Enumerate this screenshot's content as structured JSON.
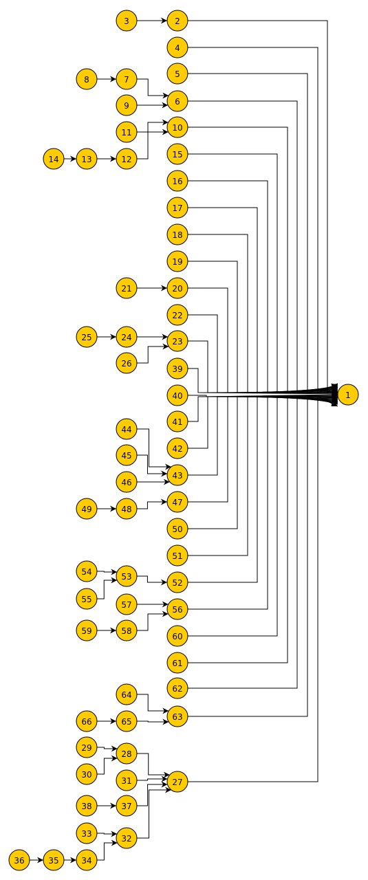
{
  "graph": {
    "node_fill": "#FFCC00",
    "node_stroke": "#000000",
    "edge_color": "#000000",
    "nodes": [
      {
        "id": "1"
      },
      {
        "id": "2"
      },
      {
        "id": "3"
      },
      {
        "id": "4"
      },
      {
        "id": "5"
      },
      {
        "id": "6"
      },
      {
        "id": "7"
      },
      {
        "id": "8"
      },
      {
        "id": "9"
      },
      {
        "id": "10"
      },
      {
        "id": "11"
      },
      {
        "id": "12"
      },
      {
        "id": "13"
      },
      {
        "id": "14"
      },
      {
        "id": "15"
      },
      {
        "id": "16"
      },
      {
        "id": "17"
      },
      {
        "id": "18"
      },
      {
        "id": "19"
      },
      {
        "id": "20"
      },
      {
        "id": "21"
      },
      {
        "id": "22"
      },
      {
        "id": "23"
      },
      {
        "id": "24"
      },
      {
        "id": "25"
      },
      {
        "id": "26"
      },
      {
        "id": "27"
      },
      {
        "id": "28"
      },
      {
        "id": "29"
      },
      {
        "id": "30"
      },
      {
        "id": "31"
      },
      {
        "id": "32"
      },
      {
        "id": "33"
      },
      {
        "id": "34"
      },
      {
        "id": "35"
      },
      {
        "id": "36"
      },
      {
        "id": "37"
      },
      {
        "id": "38"
      },
      {
        "id": "39"
      },
      {
        "id": "40"
      },
      {
        "id": "41"
      },
      {
        "id": "42"
      },
      {
        "id": "43"
      },
      {
        "id": "44"
      },
      {
        "id": "45"
      },
      {
        "id": "46"
      },
      {
        "id": "47"
      },
      {
        "id": "48"
      },
      {
        "id": "49"
      },
      {
        "id": "50"
      },
      {
        "id": "51"
      },
      {
        "id": "52"
      },
      {
        "id": "53"
      },
      {
        "id": "54"
      },
      {
        "id": "55"
      },
      {
        "id": "56"
      },
      {
        "id": "57"
      },
      {
        "id": "58"
      },
      {
        "id": "59"
      },
      {
        "id": "60"
      },
      {
        "id": "61"
      },
      {
        "id": "62"
      },
      {
        "id": "63"
      },
      {
        "id": "64"
      },
      {
        "id": "65"
      },
      {
        "id": "66"
      }
    ],
    "edges": [
      [
        "3",
        "2"
      ],
      [
        "8",
        "7"
      ],
      [
        "7",
        "6"
      ],
      [
        "9",
        "6"
      ],
      [
        "11",
        "10"
      ],
      [
        "12",
        "10"
      ],
      [
        "14",
        "13"
      ],
      [
        "13",
        "12"
      ],
      [
        "21",
        "20"
      ],
      [
        "25",
        "24"
      ],
      [
        "24",
        "23"
      ],
      [
        "26",
        "23"
      ],
      [
        "44",
        "43"
      ],
      [
        "45",
        "43"
      ],
      [
        "46",
        "43"
      ],
      [
        "49",
        "48"
      ],
      [
        "48",
        "47"
      ],
      [
        "54",
        "53"
      ],
      [
        "55",
        "53"
      ],
      [
        "53",
        "52"
      ],
      [
        "57",
        "56"
      ],
      [
        "59",
        "58"
      ],
      [
        "58",
        "56"
      ],
      [
        "64",
        "63"
      ],
      [
        "66",
        "65"
      ],
      [
        "65",
        "63"
      ],
      [
        "29",
        "28"
      ],
      [
        "30",
        "28"
      ],
      [
        "28",
        "27"
      ],
      [
        "31",
        "27"
      ],
      [
        "38",
        "37"
      ],
      [
        "37",
        "27"
      ],
      [
        "33",
        "32"
      ],
      [
        "36",
        "35"
      ],
      [
        "35",
        "34"
      ],
      [
        "34",
        "32"
      ],
      [
        "32",
        "27"
      ],
      [
        "2",
        "1"
      ],
      [
        "4",
        "1"
      ],
      [
        "5",
        "1"
      ],
      [
        "6",
        "1"
      ],
      [
        "10",
        "1"
      ],
      [
        "15",
        "1"
      ],
      [
        "16",
        "1"
      ],
      [
        "17",
        "1"
      ],
      [
        "18",
        "1"
      ],
      [
        "19",
        "1"
      ],
      [
        "20",
        "1"
      ],
      [
        "22",
        "1"
      ],
      [
        "23",
        "1"
      ],
      [
        "39",
        "1"
      ],
      [
        "40",
        "1"
      ],
      [
        "41",
        "1"
      ],
      [
        "42",
        "1"
      ],
      [
        "43",
        "1"
      ],
      [
        "47",
        "1"
      ],
      [
        "50",
        "1"
      ],
      [
        "51",
        "1"
      ],
      [
        "52",
        "1"
      ],
      [
        "56",
        "1"
      ],
      [
        "60",
        "1"
      ],
      [
        "61",
        "1"
      ],
      [
        "62",
        "1"
      ],
      [
        "63",
        "1"
      ],
      [
        "27",
        "1"
      ]
    ]
  }
}
